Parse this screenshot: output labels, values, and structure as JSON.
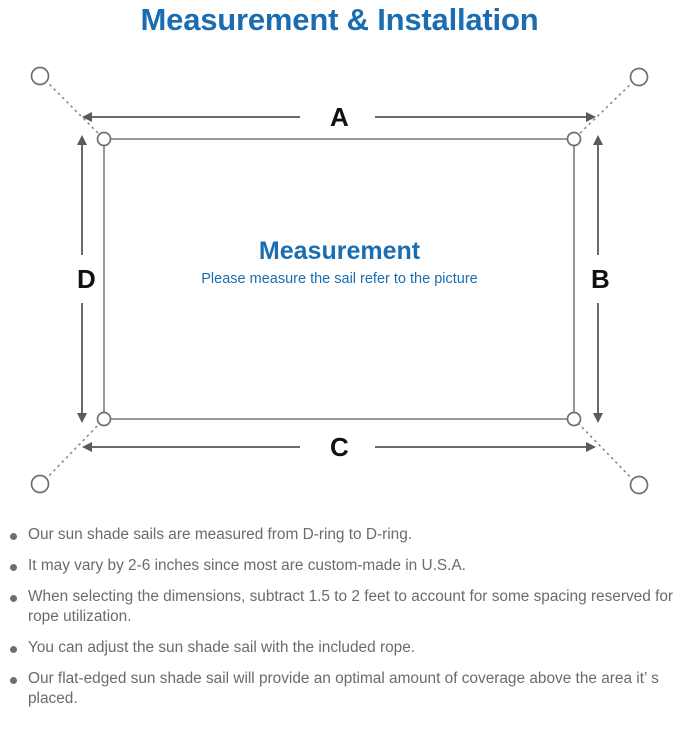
{
  "page": {
    "title": "Measurement & Installation",
    "title_color": "#1a6db0",
    "background": "#ffffff"
  },
  "diagram": {
    "name": "sun-shade-sail-measurement-diagram",
    "center_label": {
      "heading": "Measurement",
      "subtext": "Please measure the sail refer to the picture",
      "color": "#1a6db0"
    },
    "dimension_labels": {
      "top": "A",
      "right": "B",
      "bottom": "C",
      "left": "D"
    },
    "line_color": "#5a5a5a",
    "sail_outline_color": "#7a7a7a",
    "anchor_count": 4,
    "dring_count": 4
  },
  "notes": {
    "items": [
      "Our sun shade sails are measured from D-ring to D-ring.",
      "It may vary by 2-6 inches since most are custom-made in U.S.A.",
      "When selecting the dimensions, subtract 1.5 to 2 feet to account for some spacing reserved for rope utilization.",
      "You can adjust the sun shade sail with the included rope.",
      "Our flat-edged sun shade sail will provide an optimal amount of coverage above the area it’ s placed."
    ],
    "text_color": "#6b6b6b",
    "bullet_color": "#6f6f6f"
  }
}
